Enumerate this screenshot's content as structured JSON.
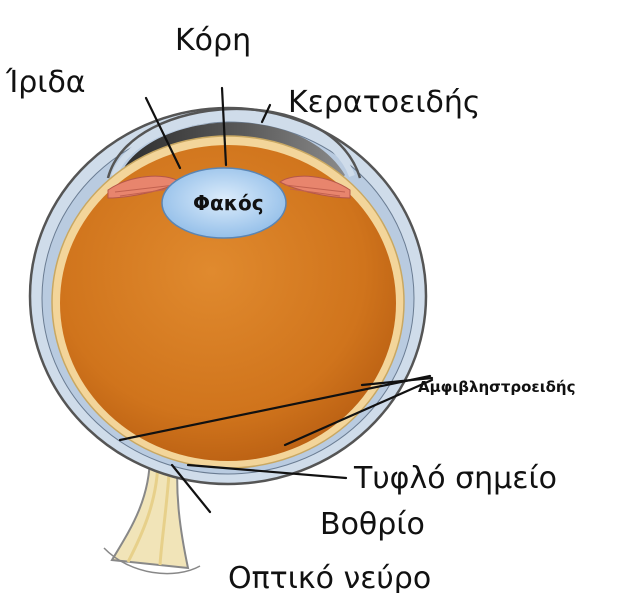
{
  "labels": {
    "pupil": "Κόρη",
    "iris": "Ίριδα",
    "cornea": "Κερατοειδής",
    "lens": "Φακός",
    "retina": "Αμφιβληστροειδής",
    "blind_spot": "Τυφλό σημείο",
    "fovea": "Βοθρίο",
    "optic_nerve": "Οπτικό νεύρο"
  },
  "colors": {
    "vitreous": "#d0741c",
    "lens": "#a9cdf0",
    "sclera": "#cfdcea",
    "anterior_chamber": "#4b4b4b",
    "retina_layer": "#f3d59a",
    "optic_nerve": "#f1e4b8",
    "iris": "#e8856d"
  }
}
